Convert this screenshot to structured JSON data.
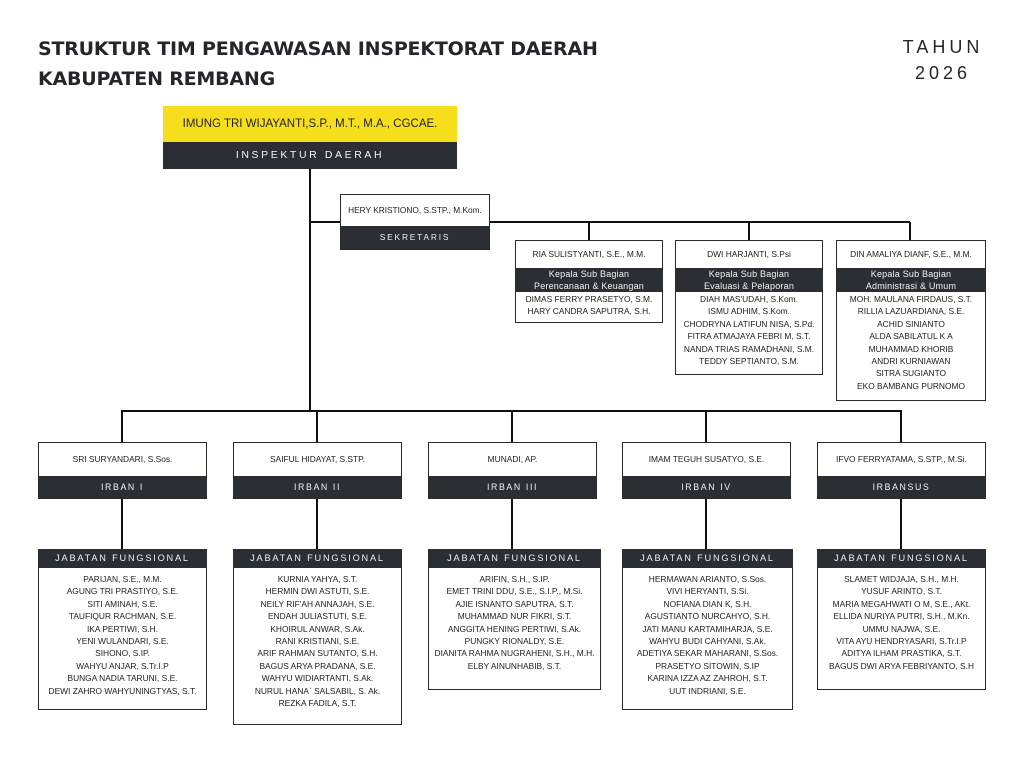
{
  "title": {
    "line1": "STRUKTUR TIM PENGAWASAN INSPEKTORAT DAERAH",
    "line2": "KABUPATEN REMBANG"
  },
  "year": {
    "label": "TAHUN",
    "value": "2026"
  },
  "colors": {
    "highlight": "#f6de1c",
    "bar": "#2b2e33",
    "line": "#111111"
  },
  "inspektur": {
    "name": "IMUNG TRI WIJAYANTI,S.P., M.T., M.A., CGCAE.",
    "position": "INSPEKTUR DAERAH"
  },
  "sekretaris": {
    "name": "HERY KRISTIONO, S.STP., M.Kom.",
    "position": "SEKRETARIS"
  },
  "subbagian": [
    {
      "name": "RIA SULISTYANTI, S.E., M.M.",
      "position_l1": "Kepala Sub Bagian",
      "position_l2": "Perencanaan & Keuangan",
      "members": [
        "DIMAS FERRY PRASETYO, S.M.",
        "HARY CANDRA SAPUTRA, S.H."
      ]
    },
    {
      "name": "DWI HARJANTI, S.Psi",
      "position_l1": "Kepala Sub Bagian",
      "position_l2": "Evaluasi & Pelaporan",
      "members": [
        "DIAH MAS'UDAH, S.Kom.",
        "ISMU ADHIM, S.Kom.",
        "CHODRYNA LATIFUN NISA, S.Pd.",
        "FITRA ATMAJAYA FEBRI M, S.T.",
        "NANDA TRIAS RAMADHANI, S.M.",
        "TEDDY SEPTIANTO, S.M."
      ]
    },
    {
      "name": "DIN AMALIYA DIANF, S.E., M.M.",
      "position_l1": "Kepala Sub Bagian",
      "position_l2": "Administrasi & Umum",
      "members": [
        "MOH. MAULANA FIRDAUS, S.T.",
        "RILLIA LAZUARDIANA, S.E.",
        "ACHID SINIANTO",
        "ALDA SABILATUL K A",
        "MUHAMMAD KHORIB",
        "ANDRI KURNIAWAN",
        "SITRA SUGIANTO",
        "EKO BAMBANG PURNOMO"
      ]
    }
  ],
  "irban": [
    {
      "name": "SRI SURYANDARI, S.Sos.",
      "position": "IRBAN I",
      "fungsional_label": "JABATAN FUNGSIONAL",
      "members": [
        "PARIJAN, S.E., M.M.",
        "AGUNG TRI PRASTIYO, S.E.",
        "SITI AMINAH, S.E.",
        "TAUFIQUR RACHMAN, S.E.",
        "IKA PERTIWI, S.H.",
        "YENI WULANDARI, S.E.",
        "SIHONO, S.IP.",
        "WAHYU ANJAR, S.Tr.I.P",
        "BUNGA NADIA TARUNI, S.E.",
        "DEWI ZAHRO WAHYUNINGTYAS, S.T."
      ]
    },
    {
      "name": "SAIFUL HIDAYAT, S.STP.",
      "position": "IRBAN II",
      "fungsional_label": "JABATAN FUNGSIONAL",
      "members": [
        "KURNIA YAHYA, S.T.",
        "HERMIN DWI ASTUTI, S.E.",
        "NEILY RIF'AH ANNAJAH, S.E.",
        "ENDAH JULIASTUTI, S.E.",
        "KHOIRUL ANWAR, S.Ak.",
        "RANI KRISTIANI, S.E.",
        "ARIF RAHMAN SUTANTO, S.H.",
        "BAGUS ARYA PRADANA, S.E.",
        "WAHYU WIDIARTANTI, S.Ak.",
        "NURUL HANA` SALSABIL, S. Ak.",
        "REZKA FADILA, S.T."
      ]
    },
    {
      "name": "MUNADI, AP.",
      "position": "IRBAN III",
      "fungsional_label": "JABATAN FUNGSIONAL",
      "members": [
        "ARIFIN, S.H., S.IP.",
        "EMET TRINI DDU, S.E., S.I.P., M.Si.",
        "AJIE ISNANTO SAPUTRA, S.T.",
        "MUHAMMAD NUR FIKRI, S.T.",
        "ANGGITA HENING PERTIWI, S.Ak.",
        "PUNGKY RIONALDY, S.E.",
        "DIANITA RAHMA NUGRAHENI, S.H., M.H.",
        "ELBY AINUNHABIB, S.T."
      ]
    },
    {
      "name": "IMAM TEGUH SUSATYO, S.E.",
      "position": "IRBAN IV",
      "fungsional_label": "JABATAN FUNGSIONAL",
      "members": [
        "HERMAWAN ARIANTO, S.Sos.",
        "VIVI HERYANTI, S.Si.",
        "NOFIANA DIAN K, S.H.",
        "AGUSTIANTO NURCAHYO, S.H.",
        "JATI MANU KARTAMIHARJA, S.E.",
        "WAHYU BUDI CAHYANI, S.Ak.",
        "ADETIYA SEKAR MAHARANI, S.Sos.",
        "PRASETYO SITOWIN, S.IP",
        "KARINA IZZA AZ ZAHROH, S.T.",
        "UUT INDRIANI, S.E."
      ]
    },
    {
      "name": "IFVO FERRYATAMA, S.STP., M.Si.",
      "position": "IRBANSUS",
      "fungsional_label": "JABATAN FUNGSIONAL",
      "members": [
        "SLAMET WIDJAJA, S.H., M.H.",
        "YUSUF ARINTO, S.T.",
        "MARIA MEGAHWATI O M, S.E., AKt.",
        "ELLIDA NURIYA PUTRI, S.H., M.Kn.",
        "UMMU NAJWA, S.E.",
        "VITA AYU HENDRYASARI, S.Tr.I.P",
        "ADITYA ILHAM PRASTIKA, S.T.",
        "BAGUS DWI ARYA FEBRIYANTO, S.H"
      ]
    }
  ]
}
